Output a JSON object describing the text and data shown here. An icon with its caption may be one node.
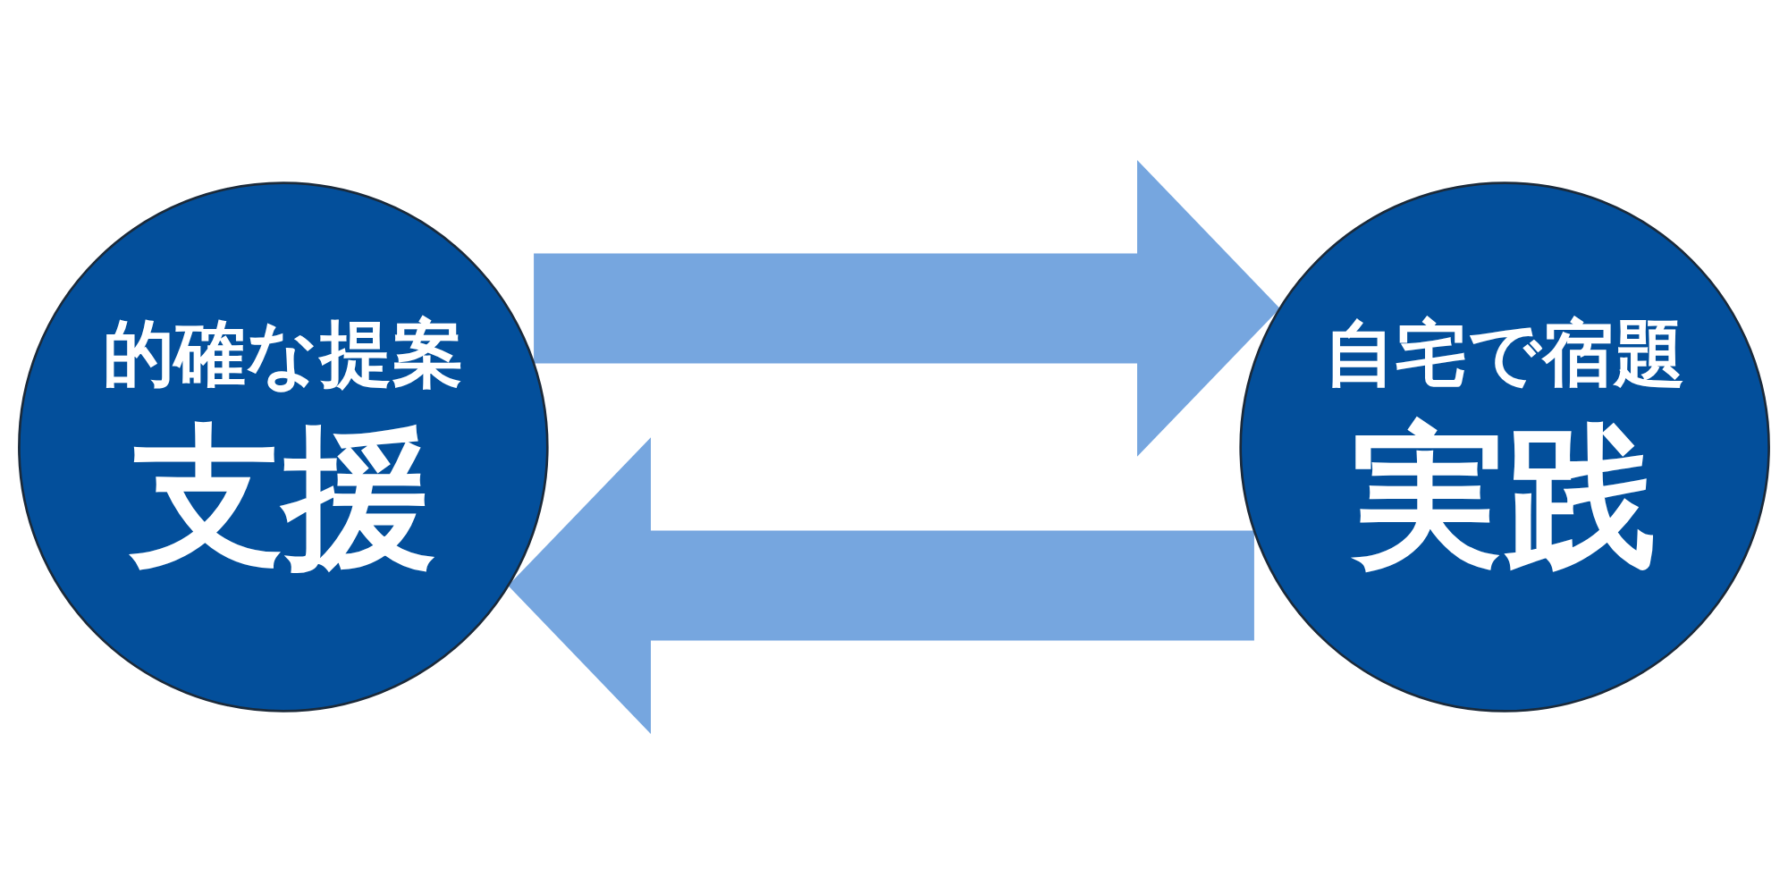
{
  "diagram": {
    "nodes": [
      {
        "text": [
          "的確な提案",
          "支援"
        ]
      },
      {
        "text": [
          "自宅で宿題",
          "実践"
        ]
      }
    ],
    "edges": [
      {
        "from": 0,
        "to": 1,
        "arrow": "to"
      },
      {
        "from": 1,
        "to": 0,
        "arrow": "to"
      }
    ]
  }
}
